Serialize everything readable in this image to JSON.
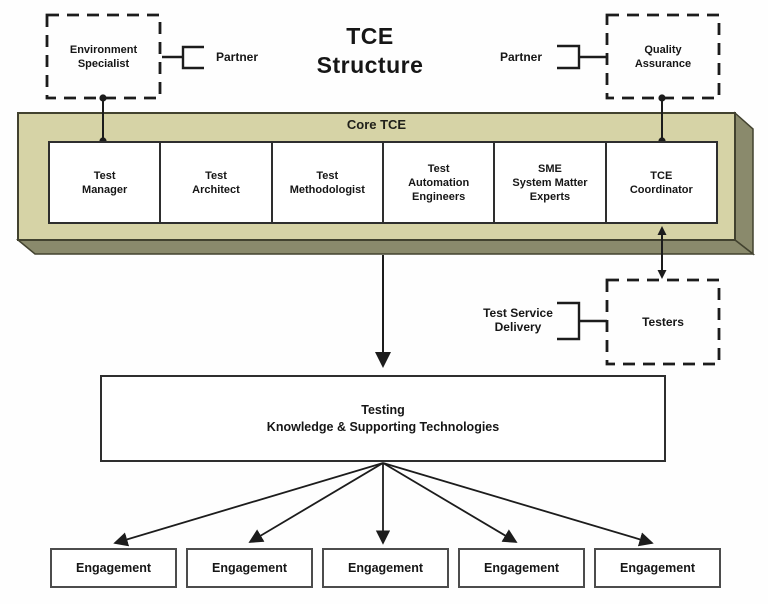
{
  "title": "TCE\nStructure",
  "top_left": {
    "box_label": "Environment\nSpecialist",
    "partner_label": "Partner"
  },
  "top_right": {
    "partner_label": "Partner",
    "box_label": "Quality\nAssurance"
  },
  "core": {
    "label": "Core TCE",
    "roles": [
      {
        "label": "Test\nManager"
      },
      {
        "label": "Test\nArchitect"
      },
      {
        "label": "Test\nMethodologist"
      },
      {
        "label": "Test\nAutomation\nEngineers"
      },
      {
        "label": "SME\nSystem Matter\nExperts"
      },
      {
        "label": "TCE\nCoordinator"
      }
    ]
  },
  "service": {
    "test_service_delivery_label": "Test Service\nDelivery",
    "testers_label": "Testers"
  },
  "knowledge_box_label": "Testing\nKnowledge & Supporting Technologies",
  "engagements": [
    {
      "label": "Engagement"
    },
    {
      "label": "Engagement"
    },
    {
      "label": "Engagement"
    },
    {
      "label": "Engagement"
    },
    {
      "label": "Engagement"
    }
  ],
  "colors": {
    "bg": "#fefefe",
    "text": "#161616",
    "line": "#1c1c1c",
    "slab_face": "#d6d3a6",
    "slab_side": "#8a8a6c",
    "slab_outline": "#42422f",
    "box_border": "#2e2e2e",
    "engagement_border": "#4c4c4c"
  }
}
